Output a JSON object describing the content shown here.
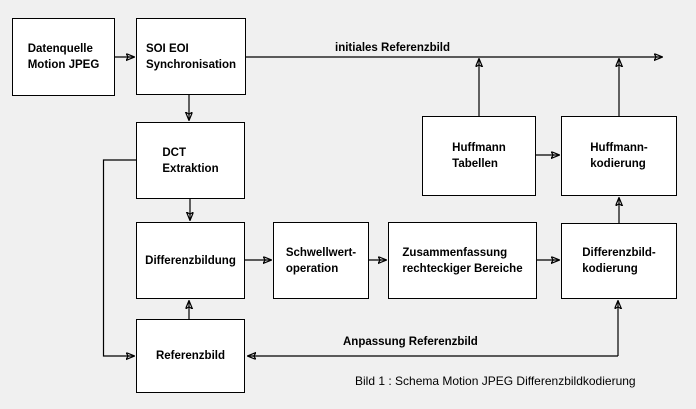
{
  "colors": {
    "background": "#f0f0f0",
    "box_fill": "#ffffff",
    "line_and_text": "#000000"
  },
  "diagram": {
    "boxes": {
      "datenquelle": "Datenquelle\nMotion JPEG",
      "soi_eoi": "SOI EOI\nSynchronisation",
      "dct": "DCT\nExtraktion",
      "differenzbildung": "Differenzbildung",
      "referenzbild": "Referenzbild",
      "schwellwert": "Schwellwert-\noperation",
      "zusammenfassung": "Zusammenfassung\nrechteckiger Bereiche",
      "huffmann_tabellen": "Huffmann\nTabellen",
      "huffmann_kodierung": "Huffmann-\nkodierung",
      "differenzbild_kodierung": "Differenzbild-\nkodierung"
    },
    "edge_labels": {
      "initiales_referenzbild": "initiales Referenzbild",
      "anpassung_referenzbild": "Anpassung Referenzbild"
    },
    "caption": "Bild 1 : Schema Motion JPEG Differenzbildkodierung"
  }
}
